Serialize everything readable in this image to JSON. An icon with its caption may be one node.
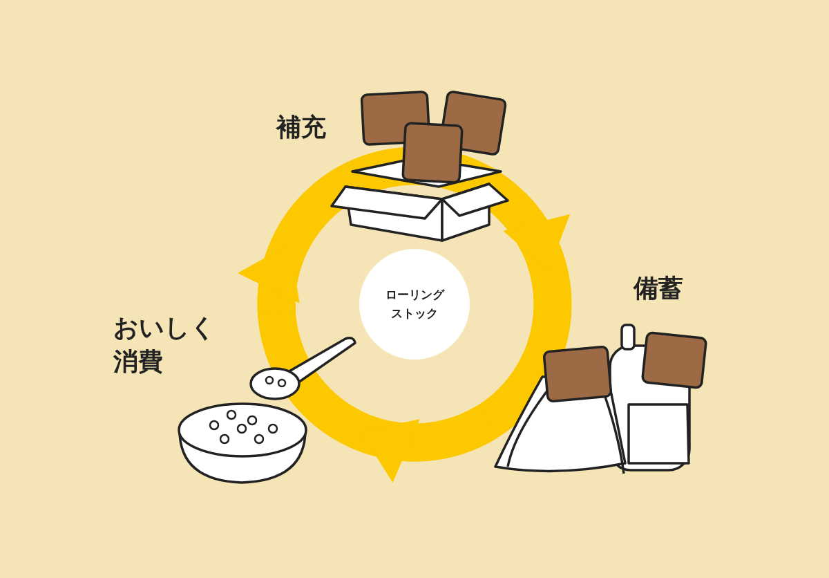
{
  "diagram": {
    "nodes": [
      {
        "text": [
          "ローリングストック"
        ]
      },
      {
        "text": [
          "補充"
        ]
      },
      {
        "text": [
          "備蓄"
        ]
      },
      {
        "text": [
          "おいしく消費"
        ]
      }
    ],
    "edges": [
      {
        "from": 1,
        "to": 2,
        "arrow": "to"
      },
      {
        "from": 2,
        "to": 3,
        "arrow": "to"
      },
      {
        "from": 3,
        "to": 1,
        "arrow": "to"
      }
    ]
  }
}
